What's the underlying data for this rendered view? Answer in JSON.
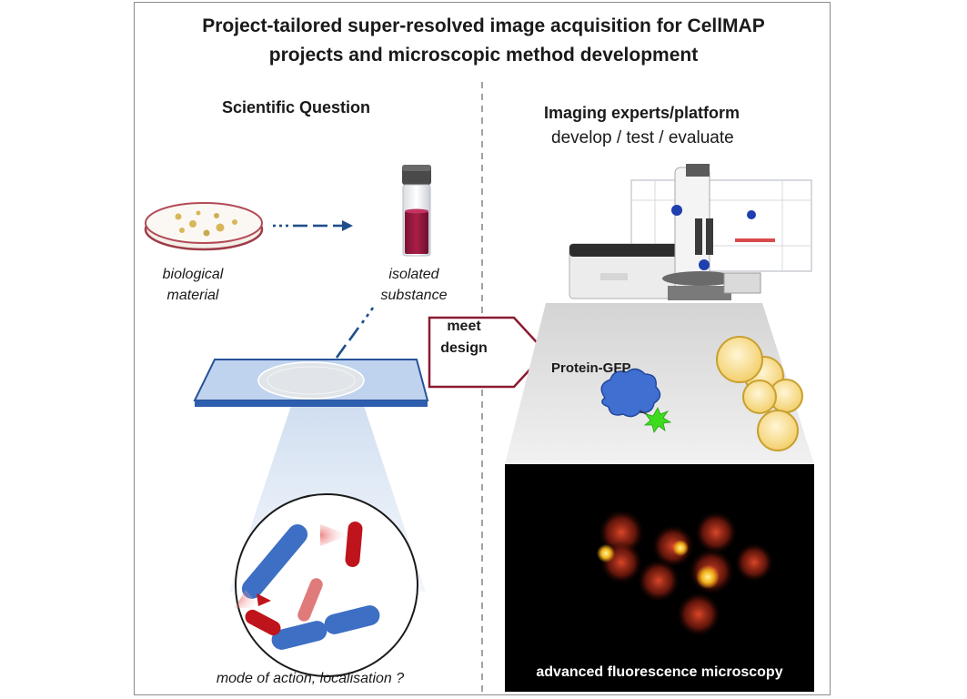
{
  "title_line1": "Project-tailored super-resolved image acquisition for CellMAP",
  "title_line2": "projects and microscopic method development",
  "left": {
    "heading": "Scientific Question",
    "bio_label_1": "biological",
    "bio_label_2": "material",
    "isolated_label_1": "isolated",
    "isolated_label_2": "substance",
    "bottom_caption": "mode of action, localisation ?"
  },
  "center": {
    "meet_1": "meet",
    "meet_2": "design"
  },
  "right": {
    "heading": "Imaging experts/platform",
    "subheading": "develop / test / evaluate",
    "protein_label": "Protein-GFP",
    "microscopy_caption": "advanced fluorescence microscopy"
  },
  "colors": {
    "arrow_blue": "#1f4e8c",
    "vial_red": "#9a1b3f",
    "meet_border": "#8b1a32",
    "bacteria_blue": "#3d6fc4",
    "bacteria_red": "#c0141c",
    "gfp_green": "#3ddc1e",
    "vesicle_fill": "#f9dc8a"
  },
  "icons": {
    "petri": "petri-dish-icon",
    "vial": "vial-icon",
    "microscope": "microscope-icon",
    "slide": "microscope-slide-icon"
  }
}
